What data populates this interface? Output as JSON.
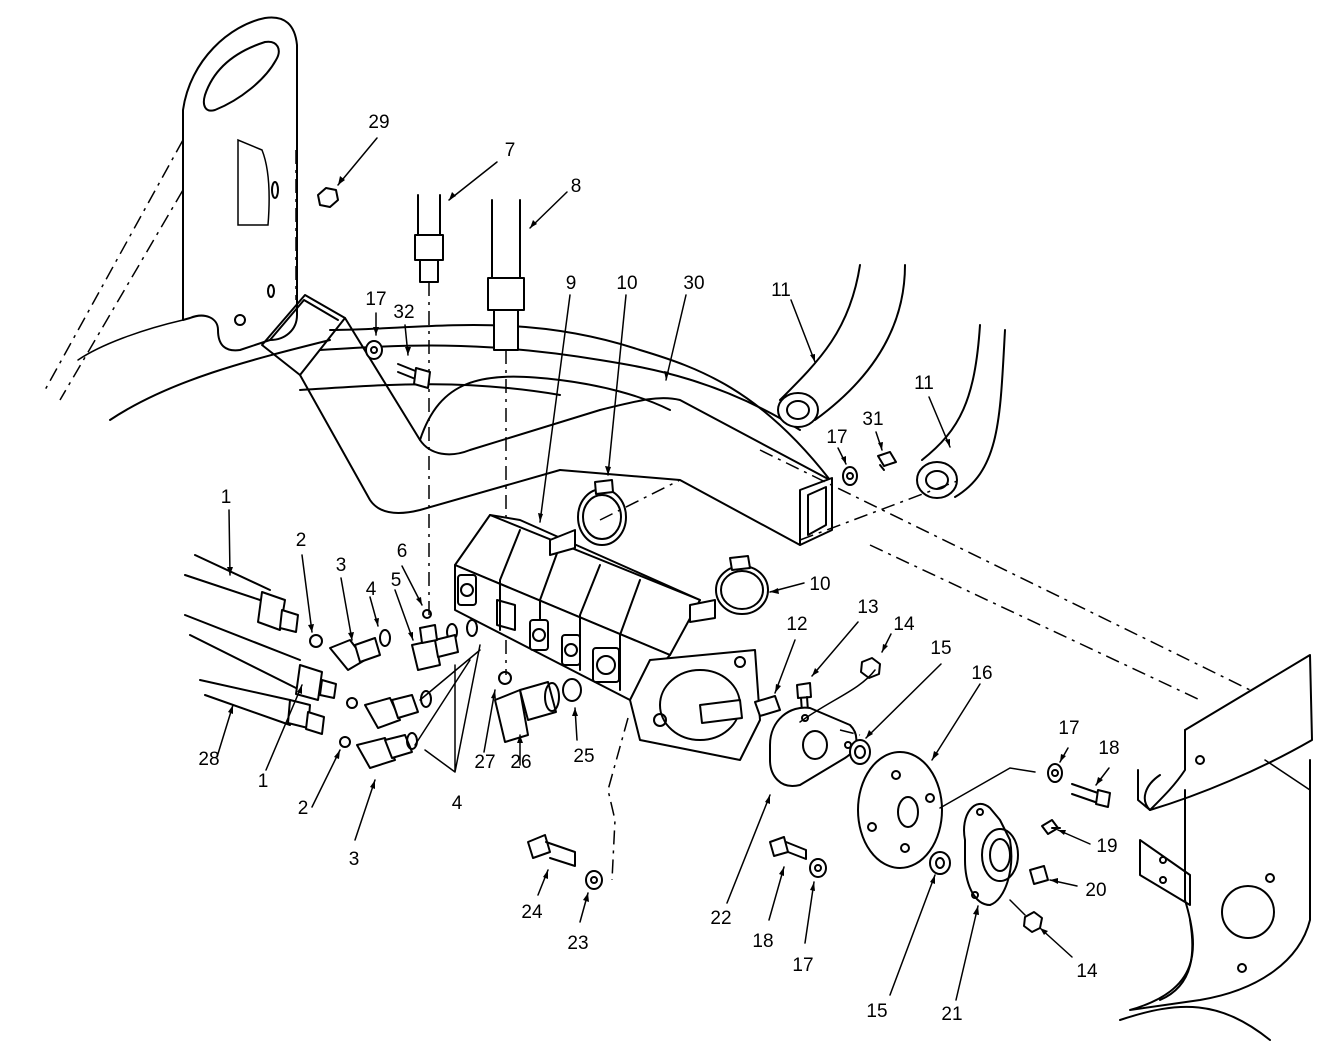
{
  "callouts": [
    {
      "id": "c29",
      "text": "29"
    },
    {
      "id": "c7",
      "text": "7"
    },
    {
      "id": "c8",
      "text": "8"
    },
    {
      "id": "c9",
      "text": "9"
    },
    {
      "id": "c10a",
      "text": "10"
    },
    {
      "id": "c30",
      "text": "30"
    },
    {
      "id": "c11a",
      "text": "11"
    },
    {
      "id": "c11b",
      "text": "11"
    },
    {
      "id": "c17a",
      "text": "17"
    },
    {
      "id": "c32",
      "text": "32"
    },
    {
      "id": "c17b",
      "text": "17"
    },
    {
      "id": "c31",
      "text": "31"
    },
    {
      "id": "c1a",
      "text": "1"
    },
    {
      "id": "c2a",
      "text": "2"
    },
    {
      "id": "c3a",
      "text": "3"
    },
    {
      "id": "c6",
      "text": "6"
    },
    {
      "id": "c5",
      "text": "5"
    },
    {
      "id": "c4a",
      "text": "4"
    },
    {
      "id": "c10b",
      "text": "10"
    },
    {
      "id": "c12",
      "text": "12"
    },
    {
      "id": "c13",
      "text": "13"
    },
    {
      "id": "c14a",
      "text": "14"
    },
    {
      "id": "c15a",
      "text": "15"
    },
    {
      "id": "c16",
      "text": "16"
    },
    {
      "id": "c17c",
      "text": "17"
    },
    {
      "id": "c18a",
      "text": "18"
    },
    {
      "id": "c28",
      "text": "28"
    },
    {
      "id": "c1b",
      "text": "1"
    },
    {
      "id": "c2b",
      "text": "2"
    },
    {
      "id": "c3b",
      "text": "3"
    },
    {
      "id": "c4b",
      "text": "4"
    },
    {
      "id": "c27",
      "text": "27"
    },
    {
      "id": "c26",
      "text": "26"
    },
    {
      "id": "c25",
      "text": "25"
    },
    {
      "id": "c19",
      "text": "19"
    },
    {
      "id": "c20",
      "text": "20"
    },
    {
      "id": "c22",
      "text": "22"
    },
    {
      "id": "c24",
      "text": "24"
    },
    {
      "id": "c23",
      "text": "23"
    },
    {
      "id": "c18b",
      "text": "18"
    },
    {
      "id": "c17d",
      "text": "17"
    },
    {
      "id": "c14b",
      "text": "14"
    },
    {
      "id": "c15b",
      "text": "15"
    },
    {
      "id": "c21",
      "text": "21"
    }
  ]
}
